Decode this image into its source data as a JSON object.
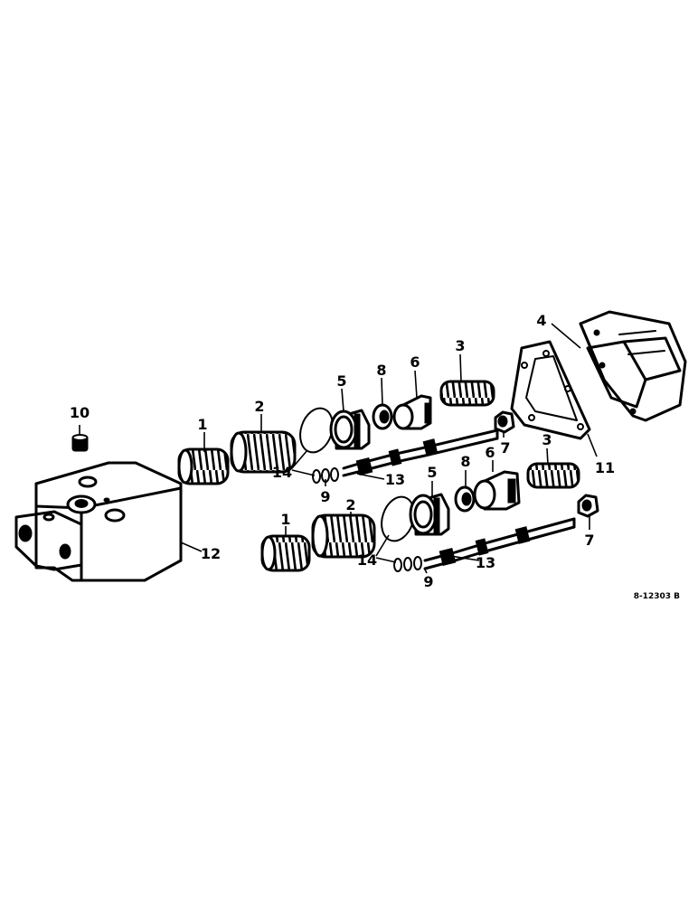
{
  "drawing_number": "8-12303 B",
  "callouts": {
    "c1a": "1",
    "c2a": "2",
    "c5a": "5",
    "c8a": "8",
    "c6a": "6",
    "c3a": "3",
    "c4": "4",
    "c10": "10",
    "c7a": "7",
    "c11": "11",
    "c14a": "14",
    "c13a": "13",
    "c9a": "9",
    "c12": "12",
    "c5b": "5",
    "c8b": "8",
    "c6b": "6",
    "c3b": "3",
    "c1b": "1",
    "c2b": "2",
    "c7b": "7",
    "c14b": "14",
    "c13b": "13",
    "c9b": "9"
  }
}
